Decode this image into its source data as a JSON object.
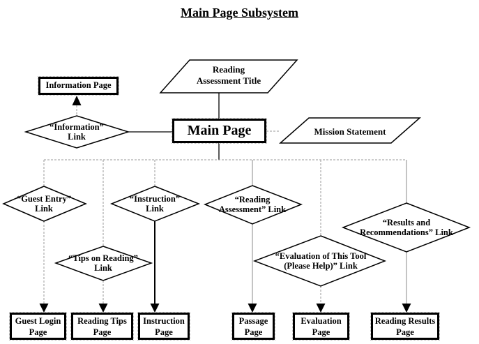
{
  "title": "Main Page Subsystem",
  "nodes": {
    "reading_assessment_title": {
      "line1": "Reading",
      "line2": "Assessment Title"
    },
    "information_page": {
      "label": "Information Page"
    },
    "information_link": {
      "line1": "“Information”",
      "line2": "Link"
    },
    "main_page": {
      "label": "Main Page"
    },
    "mission_statement": {
      "label": "Mission Statement"
    },
    "guest_entry_link": {
      "line1": "“Guest Entry”",
      "line2": "Link"
    },
    "instruction_link": {
      "line1": "“Instruction”",
      "line2": "Link"
    },
    "reading_assessment_link": {
      "line1": "“Reading",
      "line2": "Assessment” Link"
    },
    "results_recommendations_link": {
      "line1": "“Results and",
      "line2": "Recommendations” Link"
    },
    "tips_on_reading_link": {
      "line1": "“Tips on Reading”",
      "line2": "Link"
    },
    "evaluation_link": {
      "line1": "“Evaluation of This Tool",
      "line2": "(Please Help)” Link"
    },
    "guest_login_page": {
      "line1": "Guest Login",
      "line2": "Page"
    },
    "reading_tips_page": {
      "line1": "Reading Tips",
      "line2": "Page"
    },
    "instruction_page": {
      "line1": "Instruction",
      "line2": "Page"
    },
    "passage_page": {
      "line1": "Passage",
      "line2": "Page"
    },
    "evaluation_page": {
      "line1": "Evaluation",
      "line2": "Page"
    },
    "reading_results_page": {
      "line1": "Reading Results",
      "line2": "Page"
    }
  },
  "colors": {
    "shape_border": "#000000",
    "connector_gray": "#9a9a9a",
    "background": "#ffffff"
  }
}
